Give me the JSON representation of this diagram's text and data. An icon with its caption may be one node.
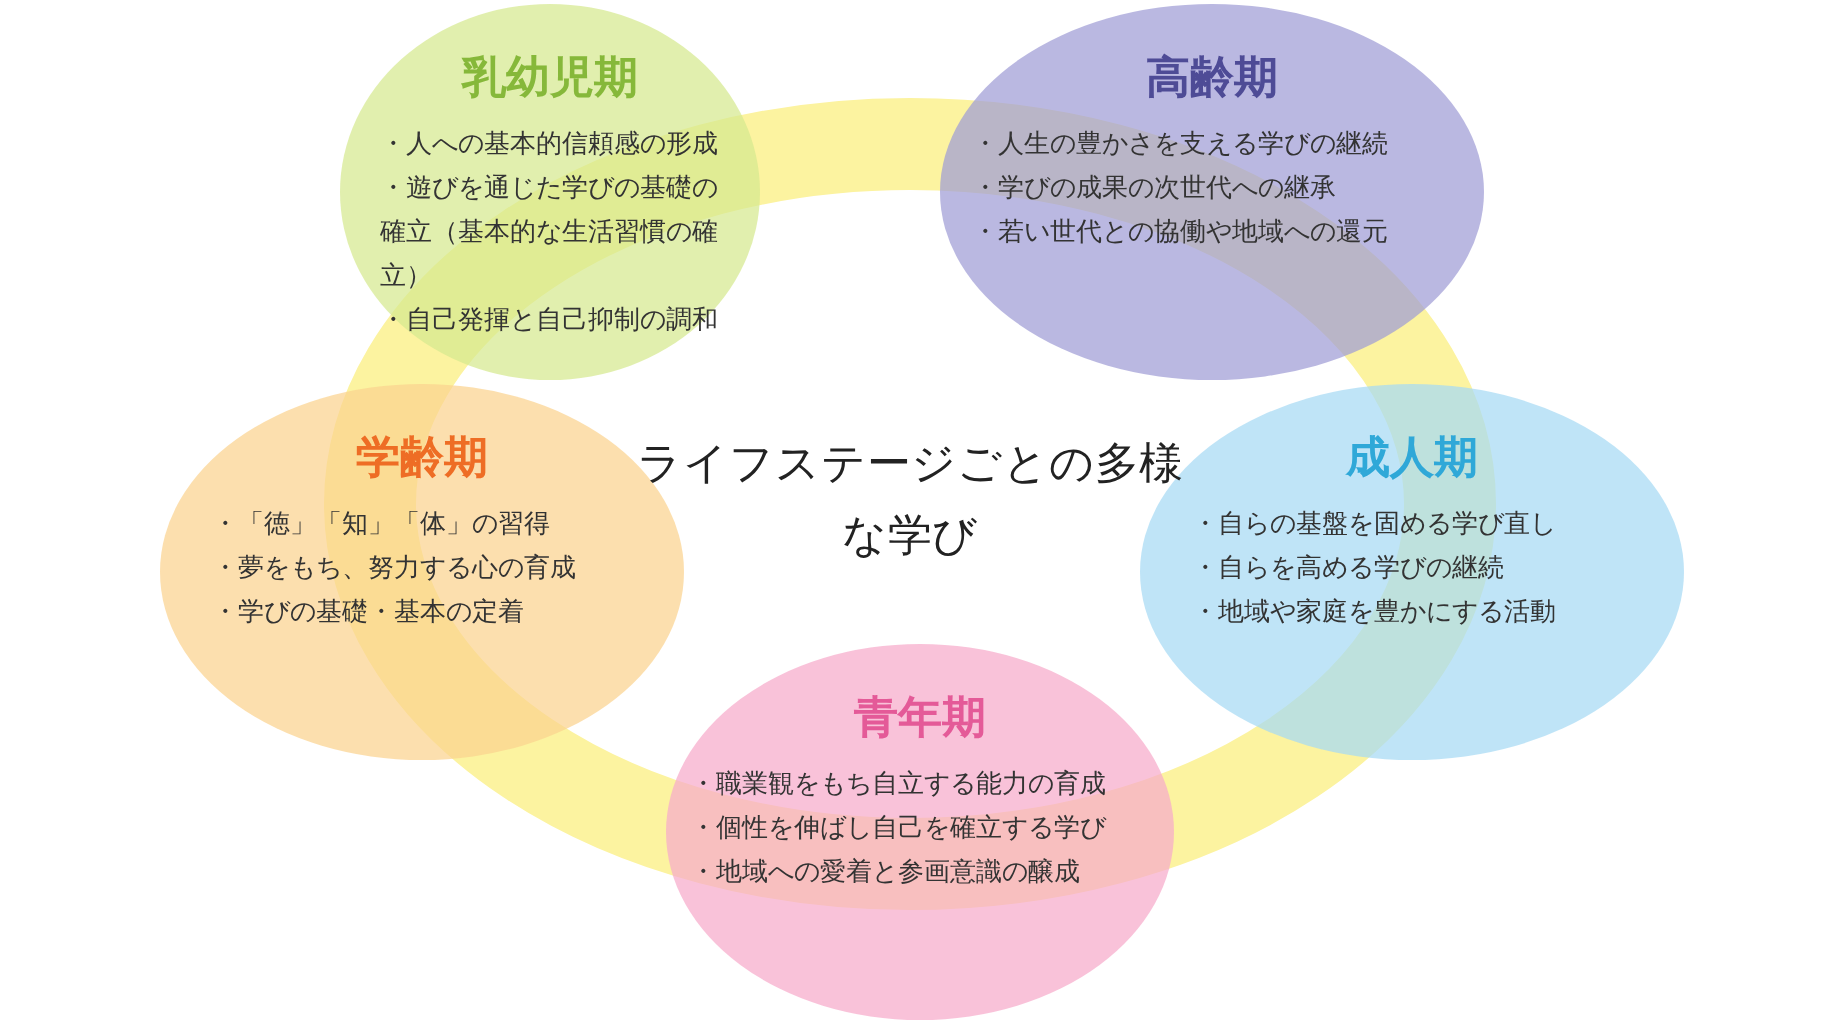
{
  "diagram": {
    "nodes": [
      {
        "text": [
          "乳幼児期",
          "・人への基本的信頼感の形成",
          "・遊びを通じた学びの基礎の確立（基本的な生活習慣の確立）",
          "・自己発揮と自己抑制の調和"
        ]
      },
      {
        "text": [
          "高齢期",
          "・人生の豊かさを支える学びの継続",
          "・学びの成果の次世代への継承",
          "・若い世代との協働や地域への還元"
        ]
      },
      {
        "text": [
          "学齢期",
          "・「徳」「知」「体」の習得",
          "・夢をもち、努力する心の育成",
          "・学びの基礎・基本の定着"
        ]
      },
      {
        "text": [
          "成人期",
          "・自らの基盤を固める学び直し",
          "・自らを高める学びの継続",
          "・地域や家庭を豊かにする活動"
        ]
      },
      {
        "text": [
          "青年期",
          "・職業観をもち自立する能力の育成",
          "・個性を伸ばし自己を確立する学び",
          "・地域への愛着と参画意識の醸成"
        ]
      }
    ],
    "labels": [
      "ライフステージごとの多様な学び"
    ]
  }
}
